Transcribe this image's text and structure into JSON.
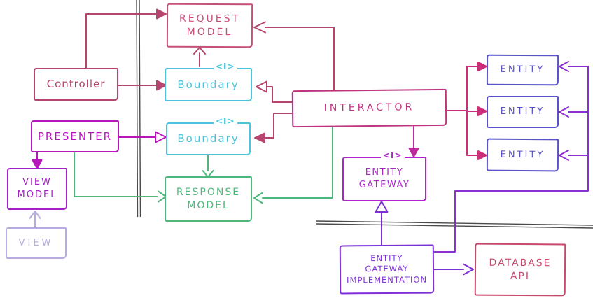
{
  "markers": {
    "interface": "<I>"
  },
  "palette": {
    "crimson": "#b5446e",
    "request_model": "#c65079",
    "cyan": "#4cc5dc",
    "magenta": "#b517bc",
    "view_model": "#a520c8",
    "view": "#b7abdf",
    "green": "#4eb87b",
    "interactor": "#c03381",
    "entity": "#5a52c8",
    "entity_arrow_pink": "#cb2e78",
    "purple": "#8b30d2",
    "entity_gateway": "#ac25c9",
    "eg_arrow": "#bb2b9b",
    "egi": "#7e2fd6",
    "database": "#c74a6c",
    "rule": "#4a4a4a"
  },
  "nodes": {
    "request_model": {
      "lines": [
        "REQUEST",
        "MODEL"
      ]
    },
    "controller": {
      "label": "Controller"
    },
    "boundary_input": {
      "label": "Boundary"
    },
    "presenter": {
      "label": "PRESENTER"
    },
    "boundary_output": {
      "label": "Boundary"
    },
    "interactor": {
      "label": "INTERACTOR"
    },
    "view_model": {
      "lines": [
        "VIEW",
        "MODEL"
      ]
    },
    "view": {
      "label": "VIEW"
    },
    "response_model": {
      "lines": [
        "RESPONSE",
        "MODEL"
      ]
    },
    "entity_1": {
      "label": "ENTITY"
    },
    "entity_2": {
      "label": "ENTITY"
    },
    "entity_3": {
      "label": "ENTITY"
    },
    "entity_gateway": {
      "lines": [
        "ENTITY",
        "GATEWAY"
      ]
    },
    "entity_gateway_implementation": {
      "lines": [
        "ENTITY",
        "GATEWAY",
        "IMPLEMENTATION"
      ]
    },
    "database_api": {
      "lines": [
        "DATABASE",
        "API"
      ]
    }
  }
}
